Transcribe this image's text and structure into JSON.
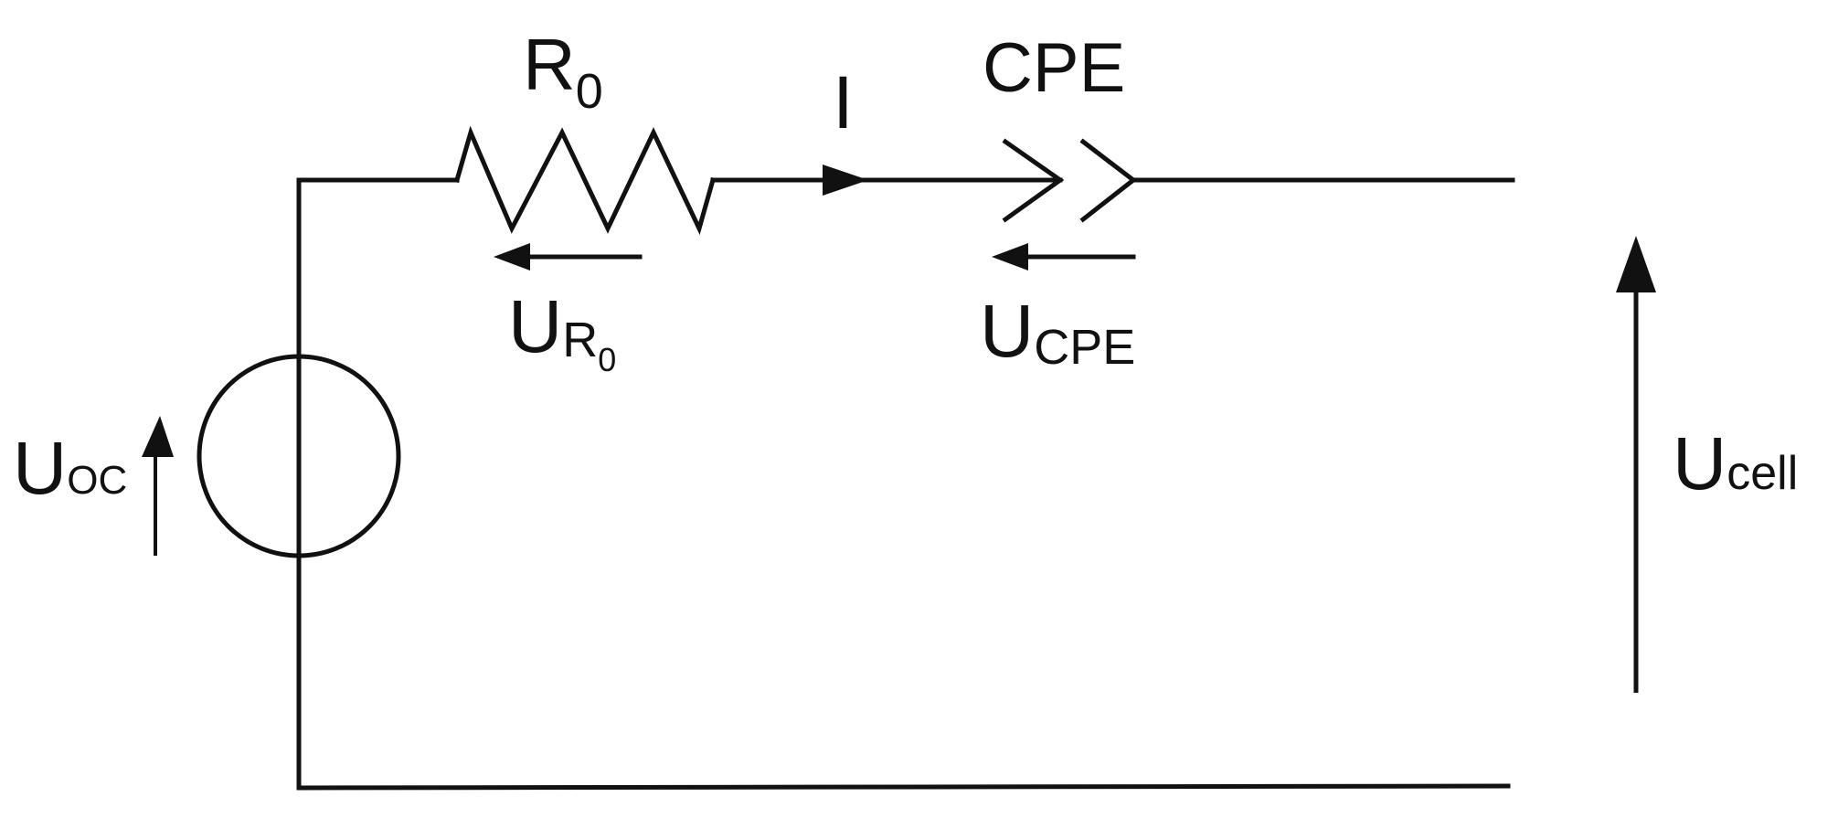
{
  "labels": {
    "r0_main": "R",
    "r0_sub": "0",
    "current": "I",
    "cpe": "CPE",
    "ur0_main": "U",
    "ur0_sub_main": "R",
    "ur0_sub_sub": "0",
    "ucpe_main": "U",
    "ucpe_sub": "CPE",
    "uoc_main": "U",
    "uoc_sub": "OC",
    "ucell_main": "U",
    "ucell_sub": "cell"
  },
  "colors": {
    "ink": "#111111",
    "background": "#ffffff"
  }
}
